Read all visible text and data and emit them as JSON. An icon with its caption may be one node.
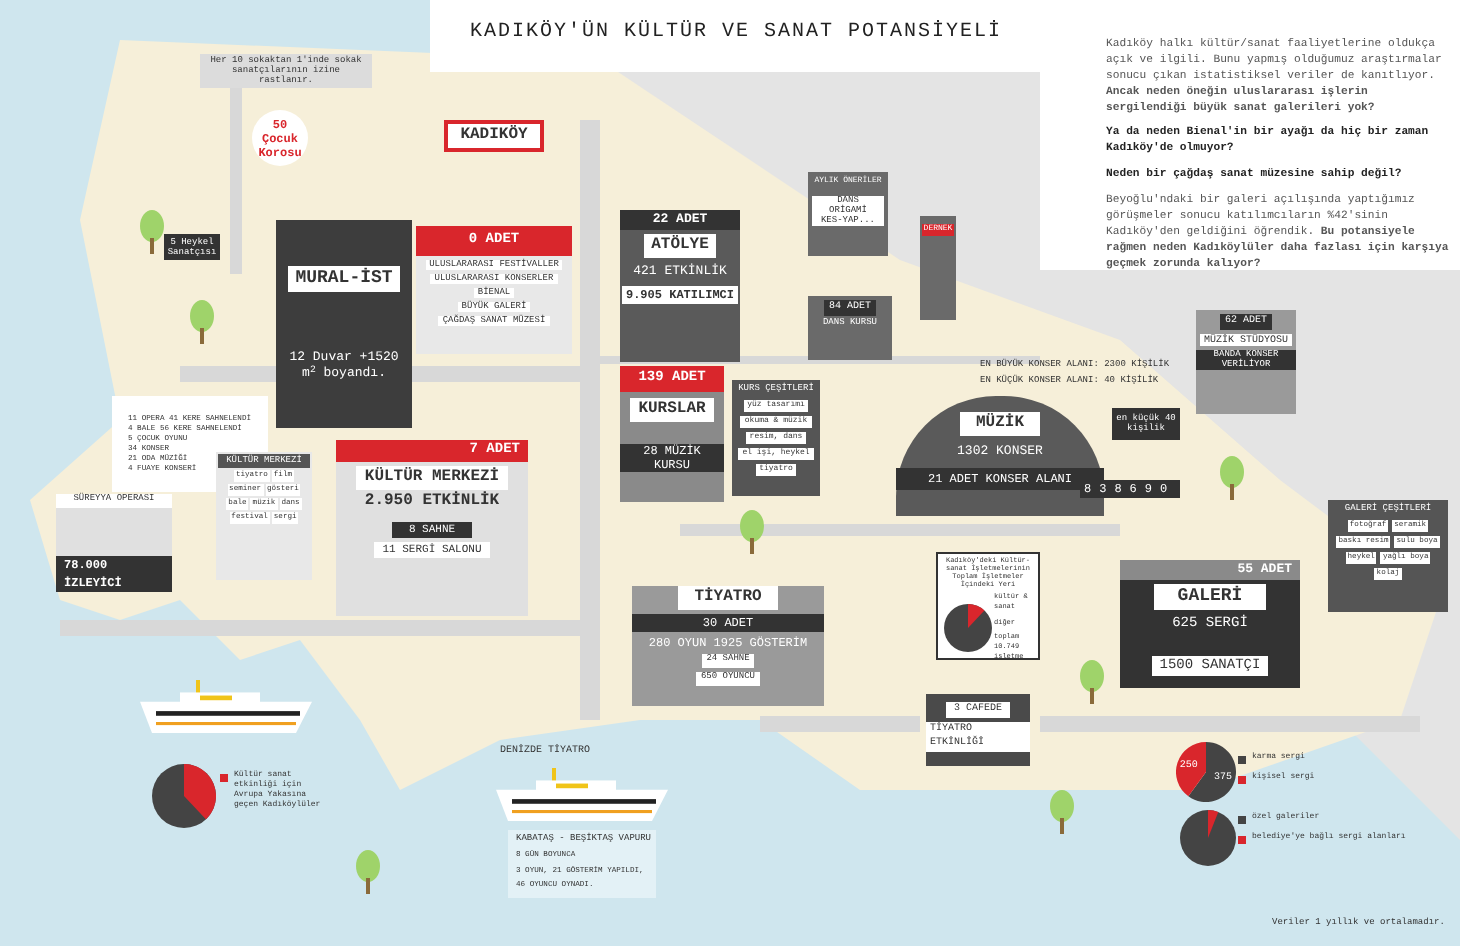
{
  "diagram": {
    "title": "KADIKÖY'ÜN KÜLTÜR VE SANAT POTANSİYELİ",
    "nodes": [
      {
        "text": [
          "KADIKÖY"
        ]
      },
      {
        "text": [
          "Her 10 sokaktan 1'inde sokak sanatçılarının izine rastlanır."
        ]
      },
      {
        "text": [
          "50 Çocuk Korosu"
        ]
      },
      {
        "text": [
          "5 Heykel Sanatçısı"
        ]
      },
      {
        "text": [
          "MURAL-İST",
          "12 Duvar +1520 m$^{2}$ boyandı."
        ]
      },
      {
        "text": [
          "0 ADET",
          "ULUSLARARASI FESTİVALLER",
          "ULUSLARARASI KONSERLER",
          "BİENAL",
          "BÜYÜK GALERİ",
          "ÇAĞDAŞ SANAT MÜZESİ"
        ]
      },
      {
        "text": [
          "22 ADET",
          "ATÖLYE",
          "421 ETKİNLİK",
          "9.905 KATILIMCI"
        ]
      },
      {
        "text": [
          "AYLIK ÖNERİLER",
          "DANS ORİGAMİ KES-YAP..."
        ]
      },
      {
        "text": [
          "DERNEK"
        ]
      },
      {
        "text": [
          "84 ADET",
          "DANS KURSU"
        ]
      },
      {
        "text": [
          "62 ADET",
          "MÜZİK STÜDYOSU",
          "BANDA KONSER VERİLİYOR"
        ]
      },
      {
        "text": [
          "KURS ÇEŞİTLERİ",
          "yüz tasarımı",
          "okuma & müzik",
          "resim, dans",
          "el işi, heykel",
          "tiyatro"
        ]
      },
      {
        "text": [
          "139 ADET",
          "KURSLAR",
          "28 MÜZİK KURSU"
        ]
      },
      {
        "text": [
          "MÜZİK",
          "1302 KONSER",
          "21 ADET KONSER ALANI"
        ]
      },
      {
        "text": [
          "en küçük 40 kişilik"
        ]
      },
      {
        "text": [
          "11 OPERA 41 KERE SAHNELENDİ",
          "4 BALE 56 KERE SAHNELENDİ",
          "5 ÇOCUK OYUNU",
          "34 KONSER",
          "21 ODA MÜZİĞİ",
          "4 FUAYE KONSERİ"
        ]
      },
      {
        "text": [
          "SÜREYYA OPERASI",
          "78.000 İZLEYİCİ"
        ]
      },
      {
        "text": [
          "KÜLTÜR MERKEZİ",
          "tiyatro",
          "film",
          "seminer",
          "gösteri",
          "bale",
          "müzik",
          "dans",
          "festival",
          "sergi"
        ]
      },
      {
        "text": [
          "7 ADET",
          "KÜLTÜR MERKEZİ",
          "2.950 ETKİNLİK",
          "8 SAHNE",
          "11 SERGİ SALONU"
        ]
      },
      {
        "text": [
          "TİYATRO",
          "30 ADET",
          "280 OYUN 1925 GÖSTERİM",
          "24 SAHNE",
          "650 OYUNCU"
        ]
      },
      {
        "text": [
          "Kadıköy'deki Kültür-sanat İşletmelerinin Toplam İşletmeler İçindeki Yeri",
          "kültür & sanat",
          "diğer",
          "toplam 10.749 işletme"
        ]
      },
      {
        "text": [
          "3 CAFEDE",
          "TİYATRO ETKİNLİĞİ"
        ]
      },
      {
        "text": [
          "55 ADET",
          "GALERİ",
          "625 SERGİ",
          "1500 SANATÇI"
        ]
      },
      {
        "text": [
          "GALERİ ÇEŞİTLERİ",
          "fotoğraf",
          "seramik",
          "baskı resim",
          "sulu boya",
          "heykel",
          "yağlı boya",
          "kolaj"
        ]
      },
      {
        "text": [
          "KABATAŞ - BEŞİKTAŞ VAPURU",
          "8 GÜN BOYUNCA",
          "3 OYUN, 21 GÖSTERİM YAPILDI,",
          "46 OYUNCU OYNADI."
        ]
      }
    ],
    "labels": [
      "Kadıköy halkı kültür/sanat faaliyetlerine oldukça açık ve ilgili. Bunu yapmış olduğumuz araştırmalar sonucu çıkan istatistiksel veriler de kanıtlıyor. **Ancak neden öneğin uluslararası işlerin sergilendiği büyük sanat galerileri yok?**",
      "Ya da neden Bienal'in bir ayağı da hiç bir zaman Kadıköy'de olmuyor?",
      "Neden bir çağdaş sanat müzesine sahip değil?",
      "Beyoğlu'ndaki bir galeri açılışında yaptığımız görüşmeler sonucu katılımcıların %42'sinin Kadıköy'den geldiğini öğrendik. **Bu potansiyele rağmen neden Kadıköylüler daha fazlası için karşıya geçmek zorunda kalıyor?**",
      "EN BÜYÜK KONSER ALANI: 2300 KİŞİLİK",
      "EN KÜÇÜK KONSER ALANI: 40 KİŞİLİK",
      "838690",
      "DENİZDE TİYATRO",
      "Veriler 1 yıllık ve ortalamadır."
    ],
    "legend": [
      {
        "text": "karma sergi",
        "color": "#444444"
      },
      {
        "text": "kişisel sergi",
        "color": "#d9262c"
      },
      {
        "text": "özel galeriler",
        "color": "#444444"
      },
      {
        "text": "belediye'ye bağlı sergi alanları",
        "color": "#d9262c"
      },
      {
        "text": "Kültür sanat etkinliği için Avrupa Yakasına geçen Kadıköylüler",
        "color": "#d9262c"
      }
    ],
    "chart_data": {
      "type": "pie",
      "series": [
        {
          "values": [
            375,
            250
          ]
        }
      ],
      "data_labels": true
    }
  }
}
